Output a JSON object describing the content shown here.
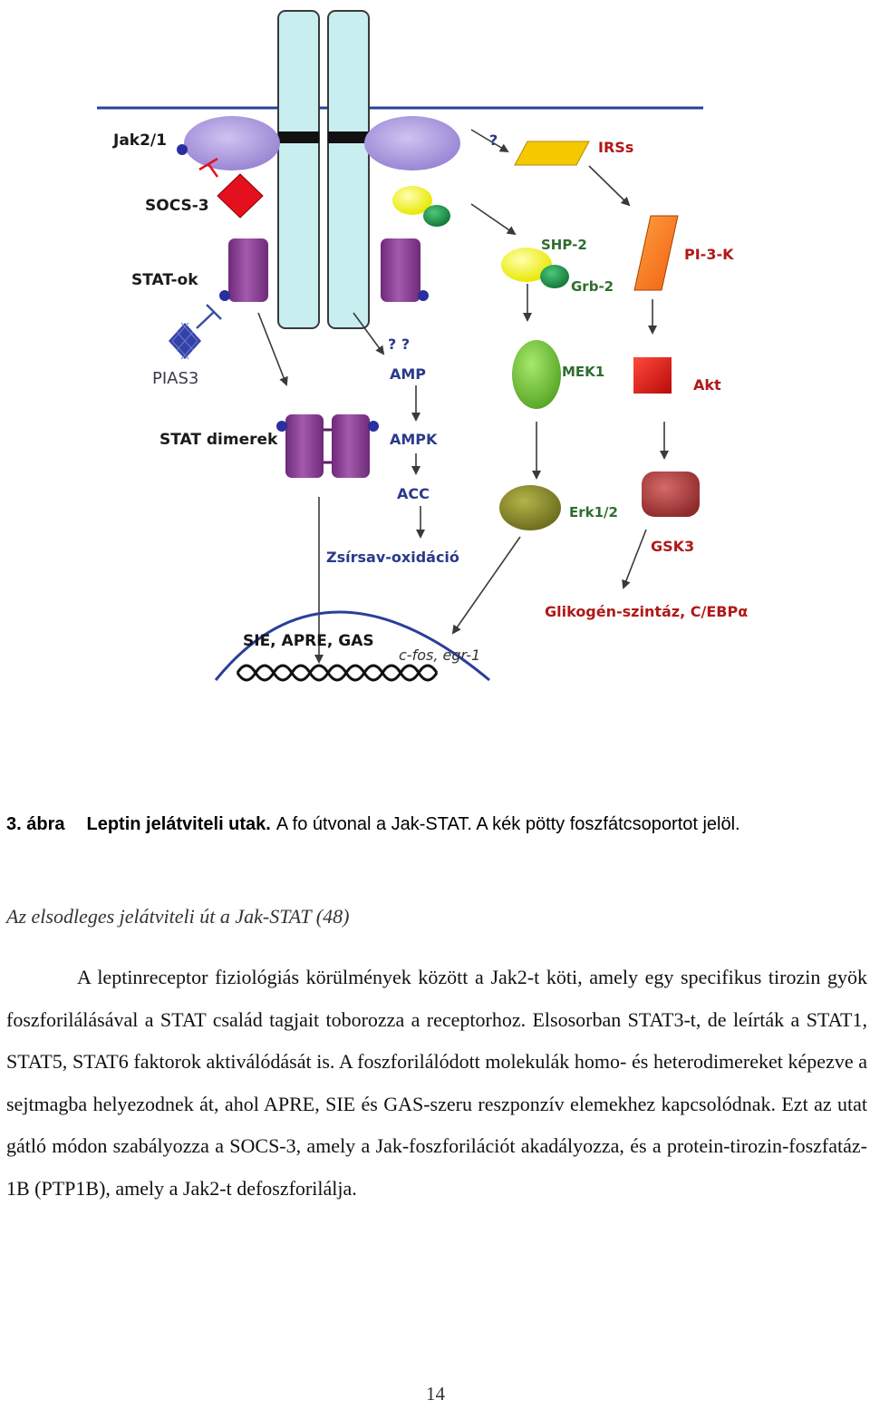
{
  "figure": {
    "labels": {
      "jak": "Jak2/1",
      "socs": "SOCS-3",
      "stat_ok": "STAT-ok",
      "pias": "PIAS3",
      "stat_dimerek": "STAT dimerek",
      "question_top": "?",
      "irss": "IRSs",
      "shp2": "SHP-2",
      "grb2": "Grb-2",
      "pi3k": "PI-3-K",
      "question_double": "? ?",
      "amp": "AMP",
      "mek1": "MEK1",
      "akt": "Akt",
      "ampk": "AMPK",
      "acc": "ACC",
      "erk": "Erk1/2",
      "gsk3": "GSK3",
      "zsirsav": "Zsírsav-oxidáció",
      "glikogen": "Glikogén-szintáz, C/EBPα",
      "sie": "SIE, APRE, GAS",
      "cfos": "c-fos, egr-1"
    }
  },
  "caption": {
    "number": "3. ábra",
    "title": "Leptin jelátviteli utak.",
    "text": "A fo útvonal a Jak-STAT. A kék pötty foszfátcsoportot jelöl."
  },
  "section_title": "Az elsodleges jelátviteli út a Jak-STAT (48)",
  "paragraph": "A leptinreceptor fiziológiás körülmények között a Jak2-t köti, amely egy specifikus tirozin gyök foszforilálásával a STAT család tagjait toborozza a receptorhoz. Elsosorban STAT3-t, de leírták a STAT1, STAT5, STAT6 faktorok aktiválódását is. A foszforilálódott molekulák homo- és heterodimereket képezve a sejtmagba helyezodnek át, ahol APRE, SIE és GAS-szeru reszponzív elemekhez kapcsolódnak. Ezt az utat gátló módon szabályozza a SOCS-3, amely a Jak-foszforilációt akadályozza, és a protein-tirozin-foszfatáz-1B (PTP1B), amely a Jak2-t defoszforilálja.",
  "page_number": "14",
  "colors": {
    "receptor": "#c8eef0",
    "jak": "#b3a2e0",
    "socs": "#e5101e",
    "stat": "#8e3d96",
    "phosphate": "#2a2f9e",
    "irss": "#f5c800",
    "pi3k": "#ff7a1e",
    "shp2": "#f0f000",
    "grb2": "#1c9a4c",
    "mek1": "#7ec832",
    "akt": "#e01818",
    "erk": "#8e8e2e",
    "gsk3": "#b03a3a",
    "membrane": "#2a3f9a"
  }
}
